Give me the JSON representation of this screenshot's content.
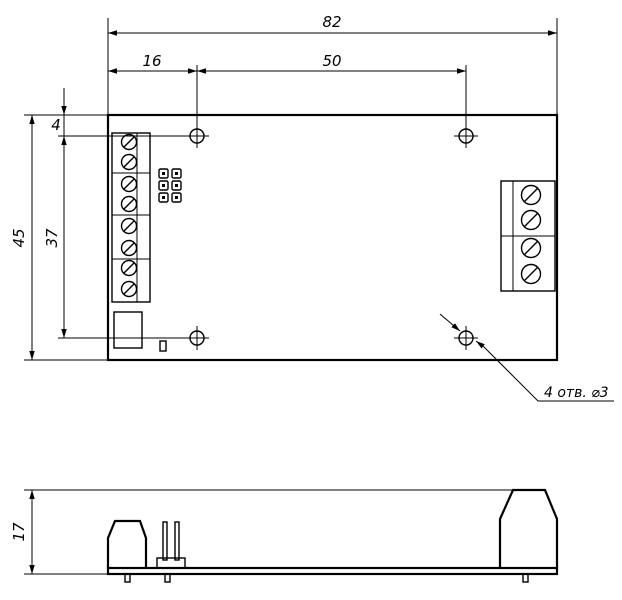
{
  "drawing": {
    "dimensions": {
      "overall_width": "82",
      "hole_offset": "16",
      "hole_spacing": "50",
      "top_offset": "4",
      "hole_vertical_spacing": "37",
      "overall_height": "45",
      "side_height": "17"
    },
    "note": "4 отв. ⌀3"
  }
}
